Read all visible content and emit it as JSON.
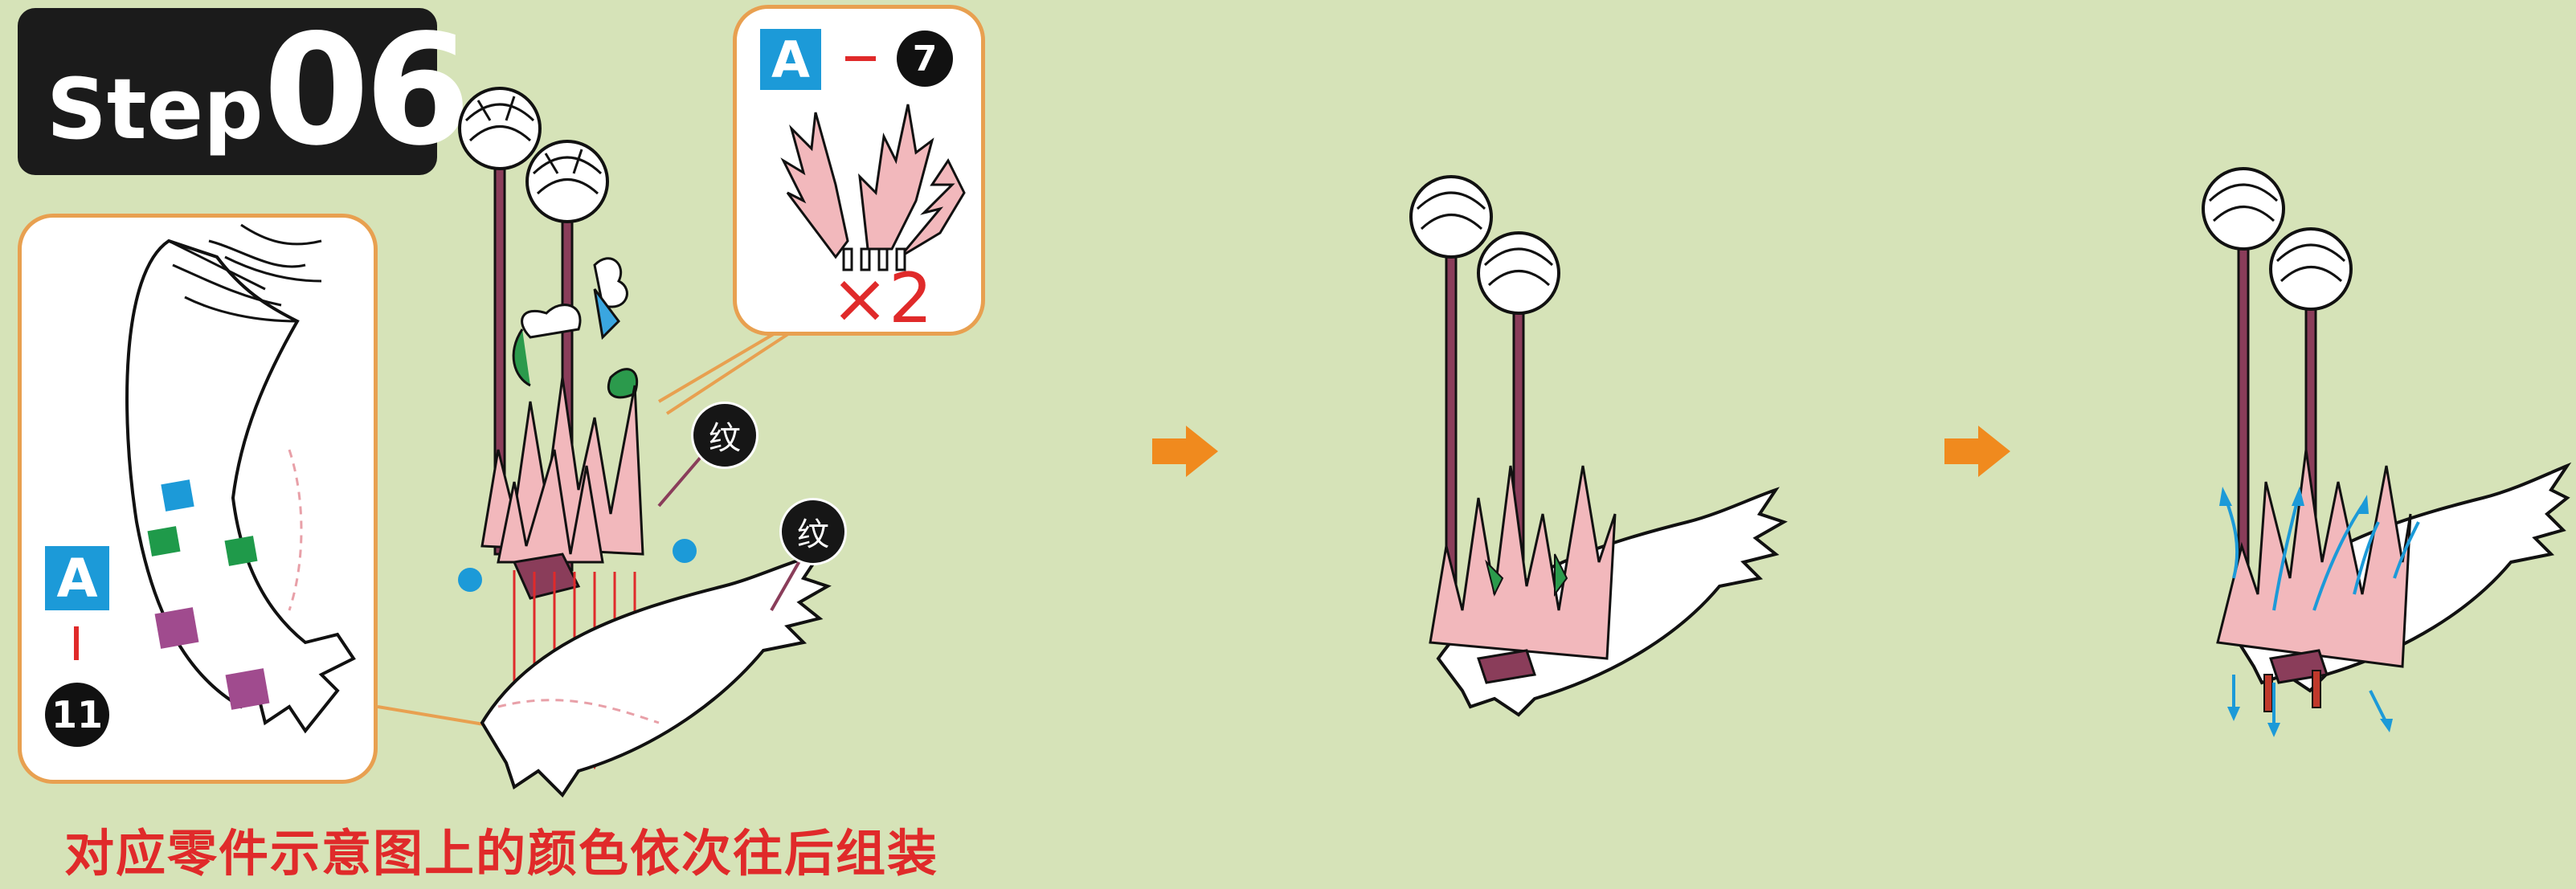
{
  "step": {
    "word": "Step",
    "number": "06"
  },
  "part_callout": {
    "tag": "A",
    "dash": "—",
    "number": "7",
    "quantity": "×2"
  },
  "part_key": {
    "tag": "A",
    "dash": "—",
    "number": "11"
  },
  "marker_label_1": "纹",
  "marker_label_2": "纹",
  "caption": "对应零件示意图上的颜色依次往后组装",
  "colors": {
    "background": "#d6e3b8",
    "accent_orange": "#f08a1e",
    "leaf_pink": "#f2b8bc",
    "stem": "#8a3d5a",
    "guide_red": "#e02a2a",
    "dot_blue": "#1c9ad8",
    "slot_blue": "#1c9ad8",
    "slot_green": "#1f9a4a",
    "slot_purple": "#a04b8e"
  }
}
